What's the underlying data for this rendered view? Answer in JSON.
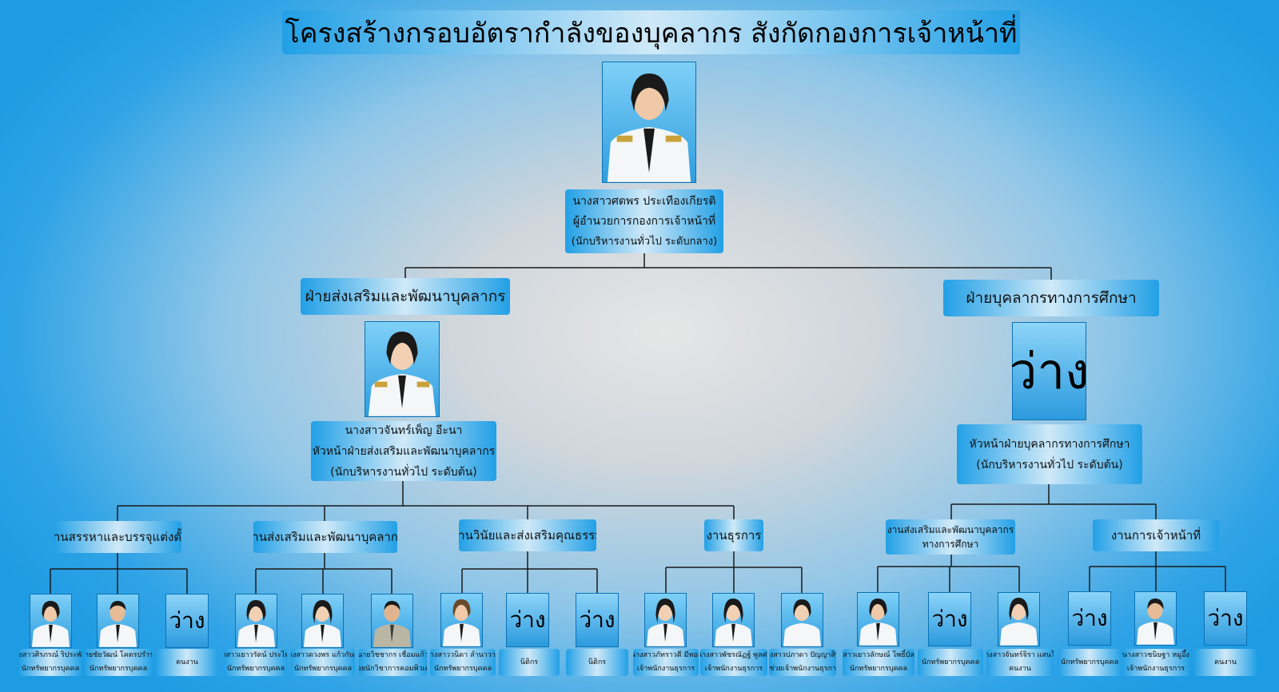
{
  "header": {
    "title": "โครงสร้างกรอบอัตรากำลังของบุคลากร สังกัดกองการเจ้าหน้าที่"
  },
  "director": {
    "name": "นางสาวศตพร  ประเทืองเกียรติ",
    "position": "ผู้อำนวยการกองการเจ้าหน้าที่",
    "level": "(นักบริหารงานทั่วไป ระดับกลาง)"
  },
  "divisions": [
    {
      "title": "ฝ่ายส่งเสริมและพัฒนาบุคลากร",
      "head_name": "นางสาวจันทร์เพ็ญ อีะนา",
      "head_position": "หัวหน้าฝ่ายส่งเสริมและพัฒนาบุคลากร",
      "head_level": "(นักบริหารงานทั่วไป ระดับต้น)",
      "sections": [
        {
          "title": "งานสรรหาและบรรจุแต่งตั้ง",
          "staff": [
            {
              "name": "นางสาวศิรภรณ์ ริประพันธ์",
              "position": "นักทรัพยากรบุคคล"
            },
            {
              "name": "นายชัยวัฒน์ โคตรปรำรุง",
              "position": "นักทรัพยากรบุคคล"
            },
            {
              "vacant_label": "ว่าง",
              "position": "คนงาน"
            }
          ]
        },
        {
          "title": "งานส่งเสริมและพัฒนาบุคลากร",
          "staff": [
            {
              "name": "นางสาวเยาวรัตน์ ประไพรัต",
              "position": "นักทรัพยากรบุคคล"
            },
            {
              "name": "นางสาวดวงพร แก้วกันยา",
              "position": "นักทรัพยากรบุคคล"
            },
            {
              "name": "นายวิชชากร เชื่อมแก้ว",
              "position": "ผู้ช่วยนักวิชาการคอมพิวเตอร์"
            }
          ]
        },
        {
          "title": "งานวินัยและส่งเสริมคุณธรรม",
          "staff": [
            {
              "name": "นางสาววนิดา ลำนาวาน",
              "position": "นักทรัพยากรบุคคล"
            },
            {
              "vacant_label": "ว่าง",
              "position": "นิติกร"
            },
            {
              "vacant_label": "ว่าง",
              "position": "นิติกร"
            }
          ]
        },
        {
          "title": "งานธุรการ",
          "staff": [
            {
              "name": "นางสาวภัทราวดี มีทอง",
              "position": "เจ้าพนักงานธุรการ"
            },
            {
              "name": "นางสาวพัชรณัฏฐ์ พูลศรี",
              "position": "เจ้าพนักงานธุรการ"
            },
            {
              "name": "นางสาวปภาดา ปัญญาสิทธิ์",
              "position": "ผู้ช่วยเจ้าพนักงานธุรการ"
            }
          ]
        }
      ]
    },
    {
      "title": "ฝ่ายบุคลากรทางการศึกษา",
      "head_vacant_label": "ว่าง",
      "head_position": "หัวหน้าฝ่ายบุคลากรทางการศึกษา",
      "head_level": "(นักบริหารงานทั่วไป ระดับต้น)",
      "sections": [
        {
          "title_line1": "งานส่งเสริมและพัฒนาบุคลากร",
          "title_line2": "ทางการศึกษา",
          "staff": [
            {
              "name": "นางสาวเยาวลักษณ์ โพธิ์บัลลังก์",
              "position": "นักทรัพยากรบุคคล"
            },
            {
              "vacant_label": "ว่าง",
              "position": "นักทรัพยากรบุคคล"
            },
            {
              "name": "นางสาวจันทร์จิรา แสนโน",
              "position": "คนงาน"
            }
          ]
        },
        {
          "title": "งานการเจ้าหน้าที่",
          "staff": [
            {
              "vacant_label": "ว่าง",
              "position": "นักทรัพยากรบุคคล"
            },
            {
              "name": "นางสาวชนิษฐา หมูอึ้ง",
              "position": "เจ้าพนักงานธุรการ"
            },
            {
              "vacant_label": "ว่าง",
              "position": "คนงาน"
            }
          ]
        }
      ]
    }
  ],
  "colors": {
    "box_edge": "#22a0e6",
    "box_center": "#cfe9f8",
    "line": "#1a1a1a"
  }
}
